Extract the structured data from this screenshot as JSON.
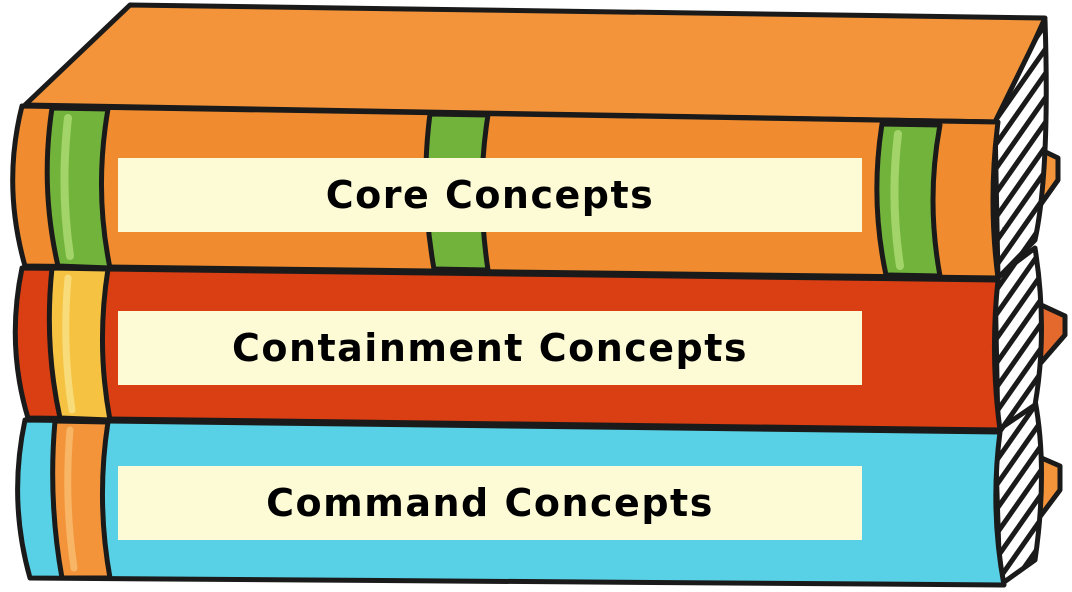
{
  "books": [
    {
      "title": "Core Concepts",
      "cover_color": "#f3943a",
      "band_color": "#72b43b",
      "spine_color": "#f08b2f"
    },
    {
      "title": "Containment Concepts",
      "cover_color": "#e36a2c",
      "band_color": "#f5c242",
      "spine_color": "#d93f12"
    },
    {
      "title": "Command Concepts",
      "cover_color": "#f3943a",
      "band_color": "#f3943a",
      "spine_color": "#58d1e6"
    }
  ],
  "colors": {
    "outline": "#1a1a1a",
    "label_bg": "#fdfbd6",
    "pages": "#ffffff"
  }
}
